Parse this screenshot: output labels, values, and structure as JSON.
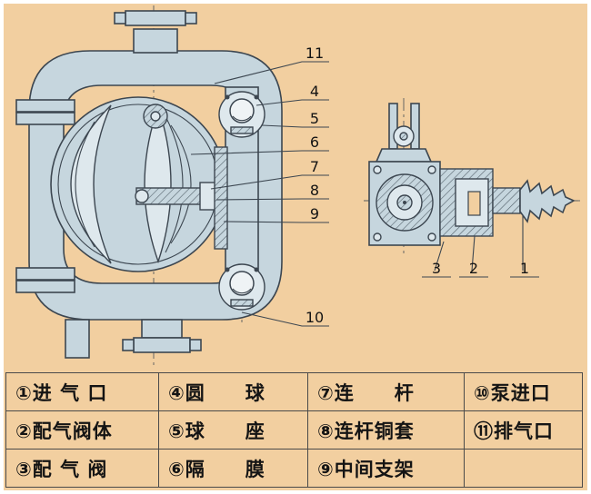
{
  "colors": {
    "bg": "#F2CFA0",
    "body_fill": "#C6D6DE",
    "body_light": "#DEE8ED",
    "line": "#3C4650",
    "table_border": "#4A4A4A",
    "text_color": "#141414",
    "ball_fill": "#EFF3F5"
  },
  "callouts": {
    "left": [
      "11",
      "4",
      "5",
      "6",
      "7",
      "8",
      "9",
      "10"
    ],
    "right": [
      "3",
      "2",
      "1"
    ]
  },
  "legend": {
    "rows": [
      [
        "①进 气 口",
        "④圆　　球",
        "⑦连　　杆",
        "⑩泵进口"
      ],
      [
        "②配气阀体",
        "⑤球　　座",
        "⑧连杆铜套",
        "⑪排气口"
      ],
      [
        "③配 气 阀",
        "⑥隔　　膜",
        "⑨中间支架",
        ""
      ]
    ]
  }
}
